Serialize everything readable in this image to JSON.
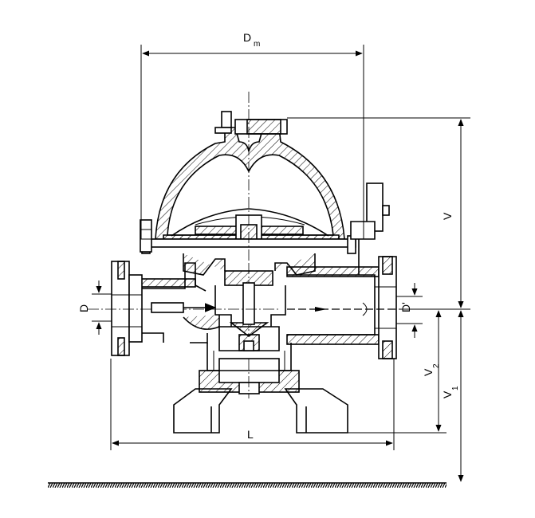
{
  "dimensions": {
    "dm": "D",
    "dm_sub": "m",
    "v": "V",
    "d": "D",
    "d_prime": "D'",
    "v2": "V",
    "v2_sub": "2",
    "v1": "V",
    "v1_sub": "1",
    "l": "L"
  }
}
